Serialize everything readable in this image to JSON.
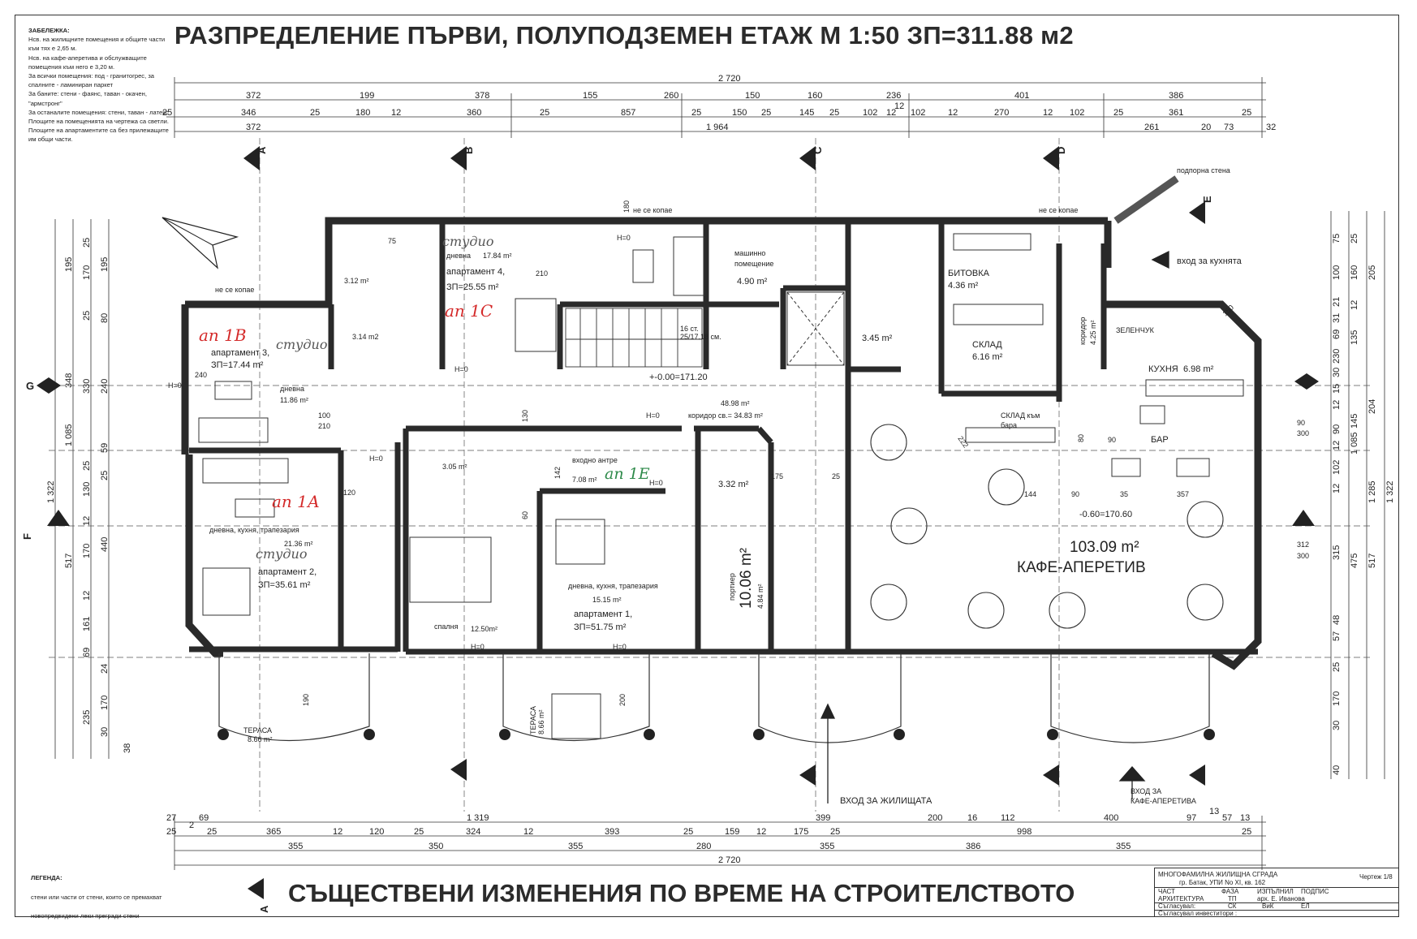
{
  "title": "РАЗПРЕДЕЛЕНИЕ ПЪРВИ, ПОЛУПОДЗЕМЕН ЕТАЖ  М 1:50 ЗП=311.88 м2",
  "bottom_title": "СЪЩЕСТВЕНИ ИЗМЕНЕНИЯ ПО ВРЕМЕ НА СТРОИТЕЛСТВОТО",
  "notes": {
    "heading": "ЗАБЕЛЕЖКА:",
    "lines": [
      "Нсв. на жилищните помещения и общите части към тях е 2,65 м.",
      "Нсв. на кафе-аперетива и обслужващите помещения към него е 3,20 м.",
      "За всички помещения: под - гранитогрес, за спалните - ламиниран паркет",
      "За баните: стени - фаянс, таван - окачен, \"армстронг\"",
      "За останалите помещения: стени, таван - латекс",
      "Площите на помещенията на чертежа са светли.",
      "Площите на апартаментите са без прилежащите им общи части."
    ]
  },
  "legend": {
    "heading": "ЛЕГЕНДА:",
    "item1": "стени или части от стени, които се премахват",
    "item2": "новопредвидени леки прегради стени"
  },
  "title_block": {
    "line1": "МНОГОФАМИЛНА ЖИЛИЩНА СГРАДА",
    "line2": "гр. Батак, УПИ No XI, кв. 162",
    "sheet": "Чертеж 1/8",
    "h_part": "ЧАСТ",
    "h_phase": "ФАЗА",
    "h_designer": "ИЗПЪЛНИЛ",
    "h_sign": "ПОДПИС",
    "r1c1": "АРХИТЕКТУРА",
    "r1c2": "ТП",
    "r1c3": "арх. Е. Иванова",
    "r2c1": "Съгласувал:",
    "r2c2": "СК",
    "r2c3": "ВиК",
    "r2c4": "ЕЛ",
    "r3c1": "Съгласувал инвеститори :"
  },
  "dims": {
    "overall_top": "2 720",
    "overall_bottom": "2 720",
    "top_row1": [
      "372",
      "199",
      "378",
      "155",
      "260",
      "150",
      "160",
      "236",
      "401",
      "386"
    ],
    "top_row2": [
      "25",
      "346",
      "25",
      "180",
      "12",
      "360",
      "25",
      "857",
      "25",
      "150",
      "25",
      "145",
      "25",
      "102",
      "12",
      "102",
      "12",
      "270",
      "12",
      "102",
      "25",
      "361",
      "25"
    ],
    "top_row3": [
      "372",
      "1 964",
      "261",
      "20",
      "73",
      "32"
    ],
    "top_extra": "12",
    "bottom_row1": [
      "27",
      "69",
      "1 319",
      "399",
      "200",
      "16",
      "112",
      "400",
      "97",
      "13",
      "57",
      "13"
    ],
    "bottom_row2": [
      "25",
      "2",
      "25",
      "365",
      "12",
      "120",
      "25",
      "324",
      "12",
      "393",
      "25",
      "159",
      "12",
      "175",
      "25",
      "998",
      "25"
    ],
    "bottom_row3": [
      "355",
      "350",
      "355",
      "280",
      "355",
      "386",
      "355"
    ],
    "left": [
      "1 322",
      "1 085",
      "348",
      "517",
      "195",
      "170",
      "25",
      "195",
      "25",
      "80",
      "330",
      "240",
      "25",
      "59",
      "130",
      "25",
      "12",
      "170",
      "440",
      "161",
      "12",
      "69",
      "24",
      "235",
      "170",
      "30",
      "38"
    ],
    "right": [
      "1 322",
      "1 285",
      "1 085",
      "75",
      "25",
      "100",
      "160",
      "205",
      "21",
      "31",
      "69",
      "12",
      "135",
      "230",
      "30",
      "15",
      "12",
      "145",
      "204",
      "90",
      "12",
      "102",
      "12",
      "315",
      "475",
      "517",
      "57",
      "48",
      "25",
      "170",
      "30",
      "40"
    ]
  },
  "axes": {
    "A": "A",
    "B": "B",
    "C": "C",
    "D": "D",
    "E": "E",
    "F": "F",
    "G": "G",
    "A2": "A"
  },
  "rooms": {
    "apt3": "апартамент 3,",
    "apt3_area": "ЗП=17.44 m²",
    "apt3_living": "дневна",
    "apt3_living_area": "11.86 m²",
    "apt4": "апартамент 4,",
    "apt4_area": "ЗП=25.55 m²",
    "apt4_living": "дневна",
    "apt4_living_area": "17.84 m²",
    "bath1": "3.12 m²",
    "bath2": "3.14 m2",
    "apt2_living": "дневна, кухня, трапезария",
    "apt2_living_area": "21.36 m²",
    "apt2": "апартамент 2,",
    "apt2_area": "ЗП=35.61 m²",
    "apt1_bath": "3.05 m²",
    "apt1_hall": "входно антре",
    "apt1_hall_area": "7.08 m²",
    "apt1_bed": "спалня",
    "apt1_bed_area": "12.50m²",
    "apt1_living": "дневна, кухня, трапезария",
    "apt1_living_area": "15.15 m²",
    "apt1": "апартамент 1,",
    "apt1_area": "ЗП=51.75 m²",
    "machine": "машинно",
    "machine2": "помещение",
    "machine_area": "4.90 m²",
    "stairs": "16 ст.",
    "stairs2": "25/17.18 см.",
    "corridor": "коридор св.= 34.83 m²",
    "corridor_total": "48.98 m²",
    "level0": "+-0.00=171.20",
    "porter": "портиер",
    "porter_area": "10.06 m²",
    "porter_small": "4.84 m²",
    "porter_bath": "3.32 m²",
    "wc": "3.45 m²",
    "bitovka": "БИТОВКА",
    "bitovka_area": "4.36 m²",
    "sklad": "СКЛАД",
    "sklad_area": "6.16 m²",
    "sklad_bar": "СКЛАД към",
    "sklad_bar2": "бара",
    "koridor_small": "коридор",
    "koridor_small_area": "4.25 m²",
    "zelenchuk": "ЗЕЛЕНЧУК",
    "kuhnia": "КУХНЯ",
    "kuhnia_area": "6.98 m²",
    "bar": "БАР",
    "cafe_level": "-0.60=170.60",
    "cafe_area": "103.09 m²",
    "cafe": "КАФЕ-АПЕРЕТИВ",
    "terrace1": "ТЕРАСА",
    "terrace1_area": "8.66 m²",
    "terrace2": "ТЕРАСА",
    "terrace2_area": "8.66 m²",
    "entrance_res": "ВХОД ЗА ЖИЛИЩАТА",
    "entrance_cafe": "ВХОД ЗА",
    "entrance_cafe2": "КАФЕ-АПЕРЕТИВА",
    "entrance_kitchen": "вход за кухнята",
    "retaining_wall": "подпорна стена",
    "not_dug1": "не се копае",
    "not_dug2": "не се копае",
    "not_dug3": "не се копае",
    "hand_op1b": "ап 1В",
    "hand_op1c": "ап 1С",
    "hand_op1a": "ап 1А",
    "hand_op1e": "ап 1Е",
    "hand_studio1": "студио",
    "hand_studio2": "студио",
    "hand_studio3": "студио"
  },
  "door_marks": {
    "hb": "Н=0",
    "d75": "75",
    "d210": "210",
    "d100": "100",
    "d240": "240",
    "d90": "90",
    "d300": "300",
    "d312": "312",
    "d120": "120",
    "d60": "60",
    "d80": "80",
    "d200": "200",
    "d190": "190",
    "d175": "175",
    "d25": "25",
    "d222": "222",
    "d35": "35",
    "d357": "357",
    "d144": "144",
    "d180": "180",
    "d130": "130",
    "d142": "142",
    "d150": "150"
  }
}
